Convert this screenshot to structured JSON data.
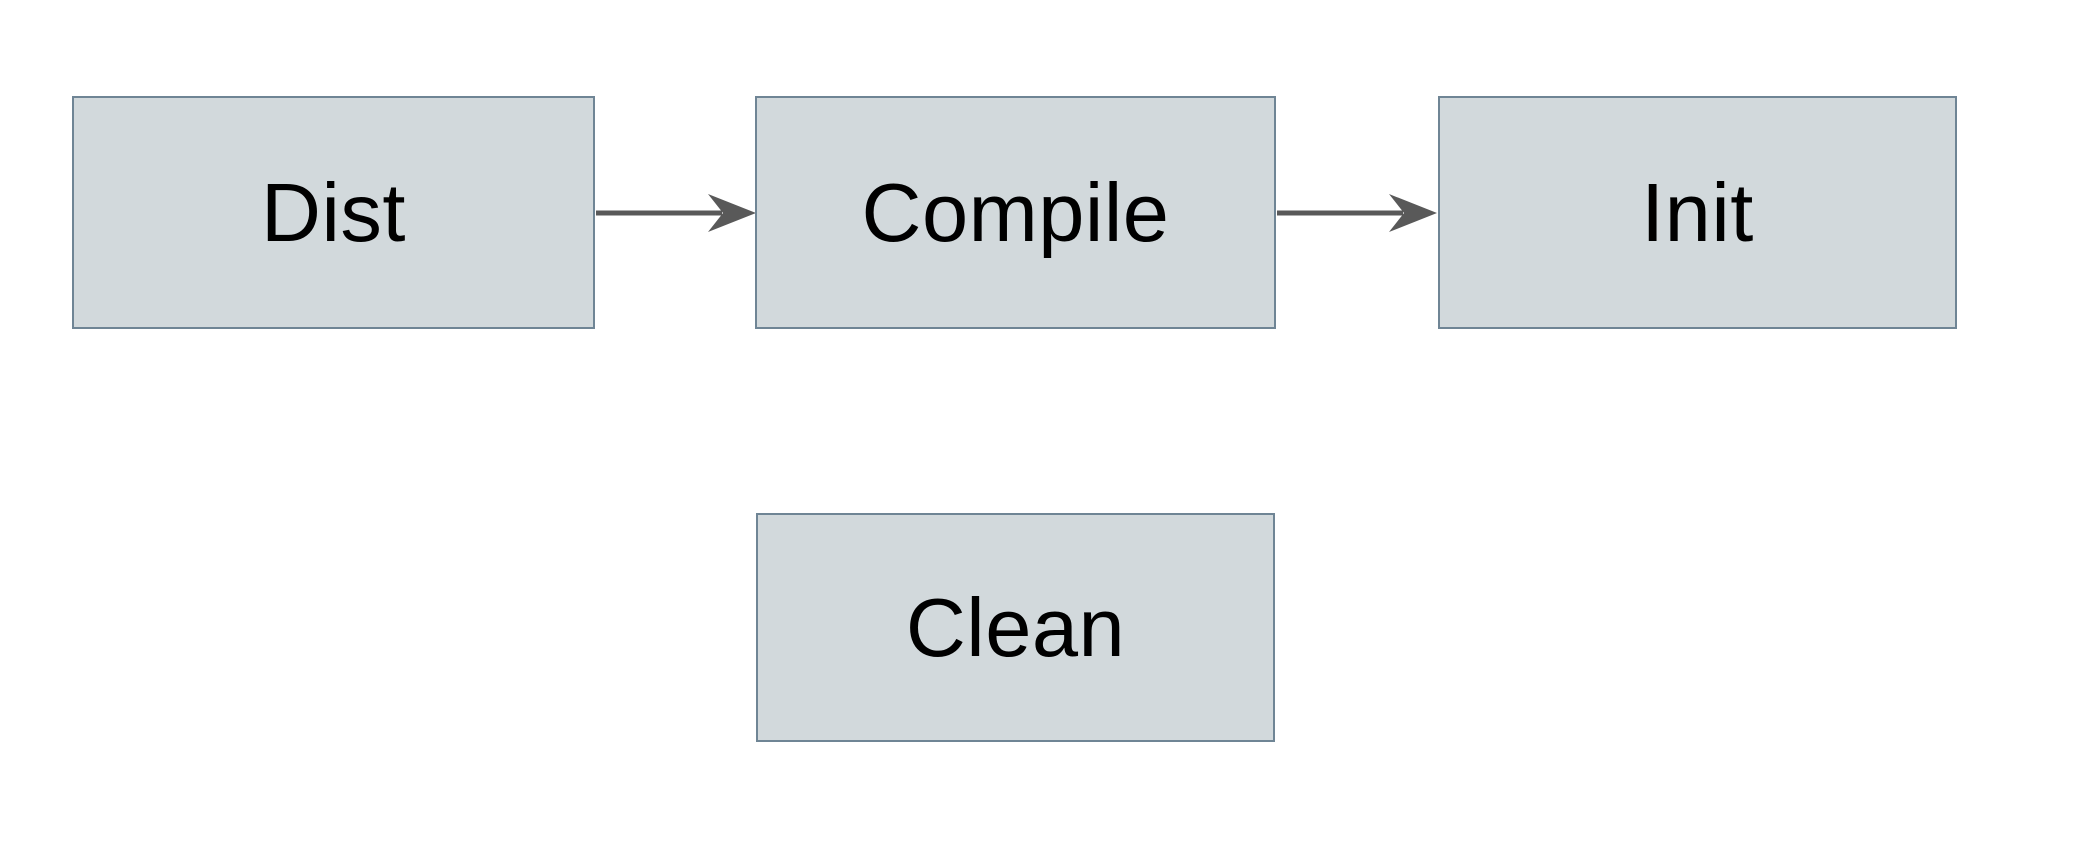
{
  "diagram": {
    "type": "flowchart",
    "background": "#ffffff",
    "colors": {
      "node_fill": "#d2d9dc",
      "node_border": "#6f8595",
      "arrow_color": "#595959",
      "text_color": "#000000"
    },
    "nodes": [
      {
        "id": "dist",
        "label": "Dist",
        "row": "top",
        "order": 1
      },
      {
        "id": "compile",
        "label": "Compile",
        "row": "top",
        "order": 2
      },
      {
        "id": "init",
        "label": "Init",
        "row": "top",
        "order": 3
      },
      {
        "id": "clean",
        "label": "Clean",
        "row": "bottom",
        "order": 1
      }
    ],
    "edges": [
      {
        "from": "Dist",
        "to": "Compile",
        "style": "solid-arrow"
      },
      {
        "from": "Compile",
        "to": "Init",
        "style": "solid-arrow"
      }
    ]
  }
}
